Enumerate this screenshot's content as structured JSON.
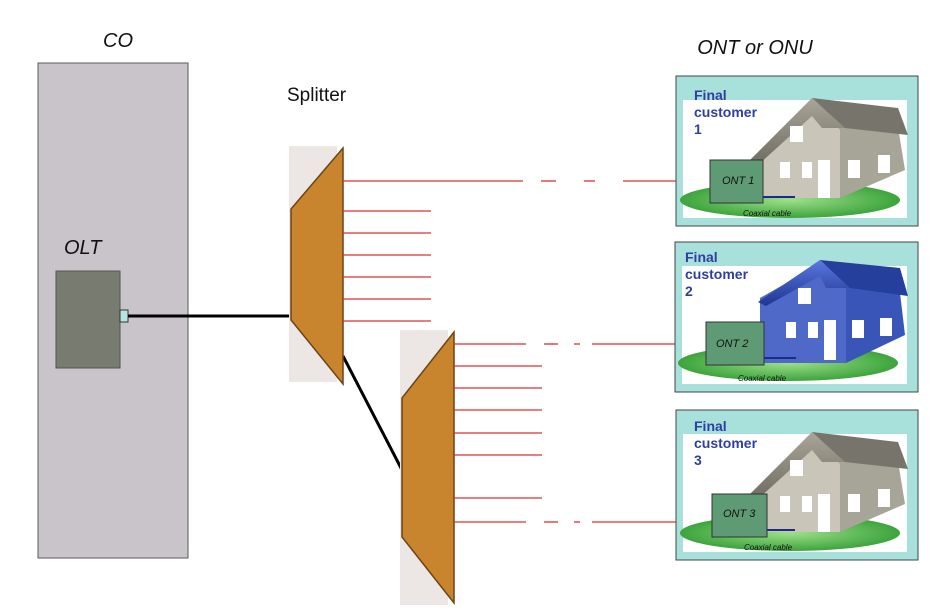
{
  "labels": {
    "co": "CO",
    "olt": "OLT",
    "splitter": "Splitter",
    "ont_header": "ONT or ONU"
  },
  "customers": [
    {
      "line1": "Final",
      "line2": "customer",
      "num": "1",
      "ont": "ONT 1",
      "cable": "Coaxial cable",
      "house": "gray"
    },
    {
      "line1": "Final",
      "line2": "customer",
      "num": "2",
      "ont": "ONT 2",
      "cable": "Coaxial cable",
      "house": "blue"
    },
    {
      "line1": "Final",
      "line2": "customer",
      "num": "3",
      "ont": "ONT 3",
      "cable": "Coaxial cable",
      "house": "gray"
    }
  ],
  "colors": {
    "co_building": "#c9c4c9",
    "olt_box": "#787b70",
    "splitter": "#c8852e",
    "splitter_shadow": "#ece7e4",
    "fiber": "#d93030",
    "trunk": "#000000",
    "customer_frame": "#a8e0dc",
    "customer_text": "#2e3fa0",
    "ont_box": "#5e9b74",
    "lawn": "#4cb24c",
    "house_gray": "#b9b5a8",
    "house_blue": "#3a55b8"
  }
}
